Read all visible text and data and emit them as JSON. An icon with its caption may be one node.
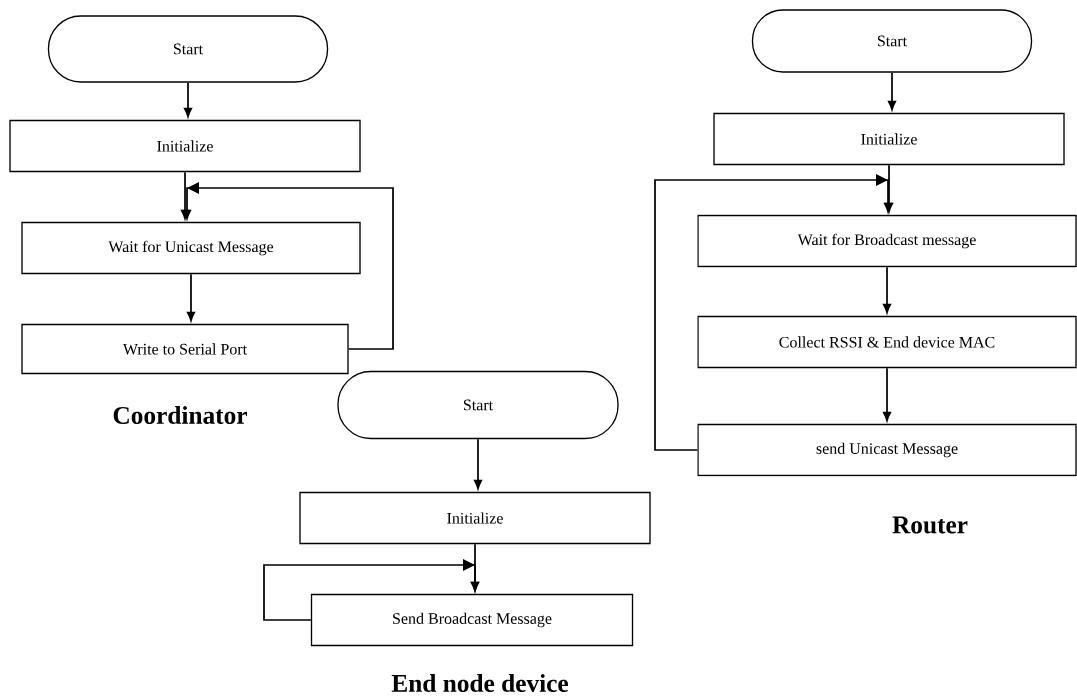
{
  "diagram": {
    "nodes": [
      {
        "text": [
          "Start"
        ]
      },
      {
        "text": [
          "Initialize"
        ]
      },
      {
        "text": [
          "Wait for Unicast Message"
        ]
      },
      {
        "text": [
          "Write to Serial Port"
        ]
      },
      {
        "text": [
          "Start"
        ]
      },
      {
        "text": [
          "Initialize"
        ]
      },
      {
        "text": [
          "Wait for Broadcast message"
        ]
      },
      {
        "text": [
          "Collect RSSI & End device MAC"
        ]
      },
      {
        "text": [
          "send Unicast Message"
        ]
      },
      {
        "text": [
          "Start"
        ]
      },
      {
        "text": [
          "Initialize"
        ]
      },
      {
        "text": [
          "Send Broadcast Message"
        ]
      }
    ],
    "edges": [
      {
        "from": 0,
        "to": 1,
        "arrow": "to"
      },
      {
        "from": 1,
        "to": 2,
        "arrow": "to"
      },
      {
        "from": 2,
        "to": 3,
        "arrow": "to"
      },
      {
        "from": 3,
        "to": 2,
        "arrow": "to"
      },
      {
        "from": 4,
        "to": 5,
        "arrow": "to"
      },
      {
        "from": 5,
        "to": 6,
        "arrow": "to"
      },
      {
        "from": 6,
        "to": 7,
        "arrow": "to"
      },
      {
        "from": 7,
        "to": 8,
        "arrow": "to"
      },
      {
        "from": 8,
        "to": 6,
        "arrow": "to"
      },
      {
        "from": 9,
        "to": 10,
        "arrow": "to"
      },
      {
        "from": 10,
        "to": 11,
        "arrow": "to"
      },
      {
        "from": 11,
        "to": 11,
        "arrow": "to"
      }
    ],
    "labels": [
      "Coordinator",
      "Router",
      "End node device"
    ]
  }
}
